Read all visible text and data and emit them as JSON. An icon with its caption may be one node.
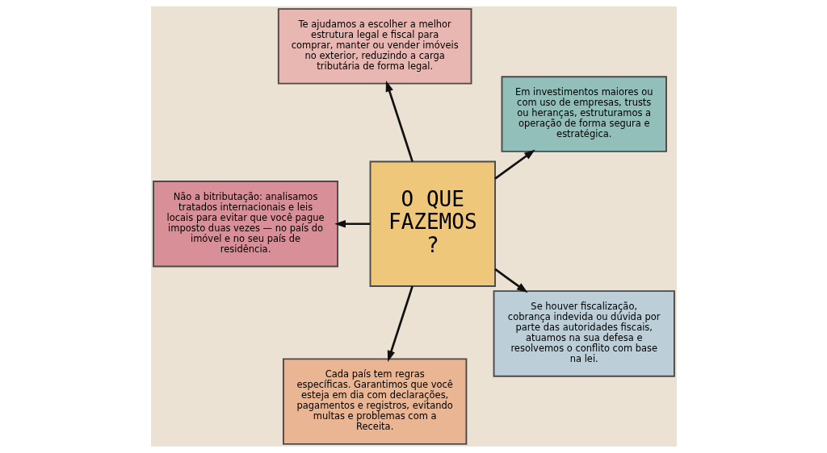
{
  "diagram": {
    "nodes": [
      {
        "text": [
          "Te ajudamos a escolher a melhor estrutura legal e fiscal para comprar, manter ou vender imóveis no exterior, reduzindo a carga tributária de forma legal."
        ]
      },
      {
        "text": [
          "Em investimentos maiores ou com uso de empresas, trusts ou heranças, estruturamos a operação de forma segura e estratégica."
        ]
      },
      {
        "text": [
          "O QUE FAZEMOS ?"
        ]
      },
      {
        "text": [
          "Não a bitributação: analisamos tratados internacionais e leis locais para evitar que você pague imposto duas vezes — no país do imóvel e no seu país de residência."
        ]
      },
      {
        "text": [
          "Se houver fiscalização, cobrança indevida ou dúvida por parte das autoridades fiscais, atuamos na sua defesa e resolvemos o conflito com base na lei."
        ]
      },
      {
        "text": [
          "Cada país tem regras específicas. Garantimos que você esteja em dia com declarações, pagamentos e registros, evitando multas e problemas com a Receita."
        ]
      }
    ],
    "edges": [
      {
        "from": 2,
        "to": 0,
        "arrow": "to"
      },
      {
        "from": 2,
        "to": 1,
        "arrow": "to"
      },
      {
        "from": 2,
        "to": 3,
        "arrow": "to"
      },
      {
        "from": 2,
        "to": 4,
        "arrow": "to"
      },
      {
        "from": 2,
        "to": 5,
        "arrow": "to"
      }
    ]
  }
}
